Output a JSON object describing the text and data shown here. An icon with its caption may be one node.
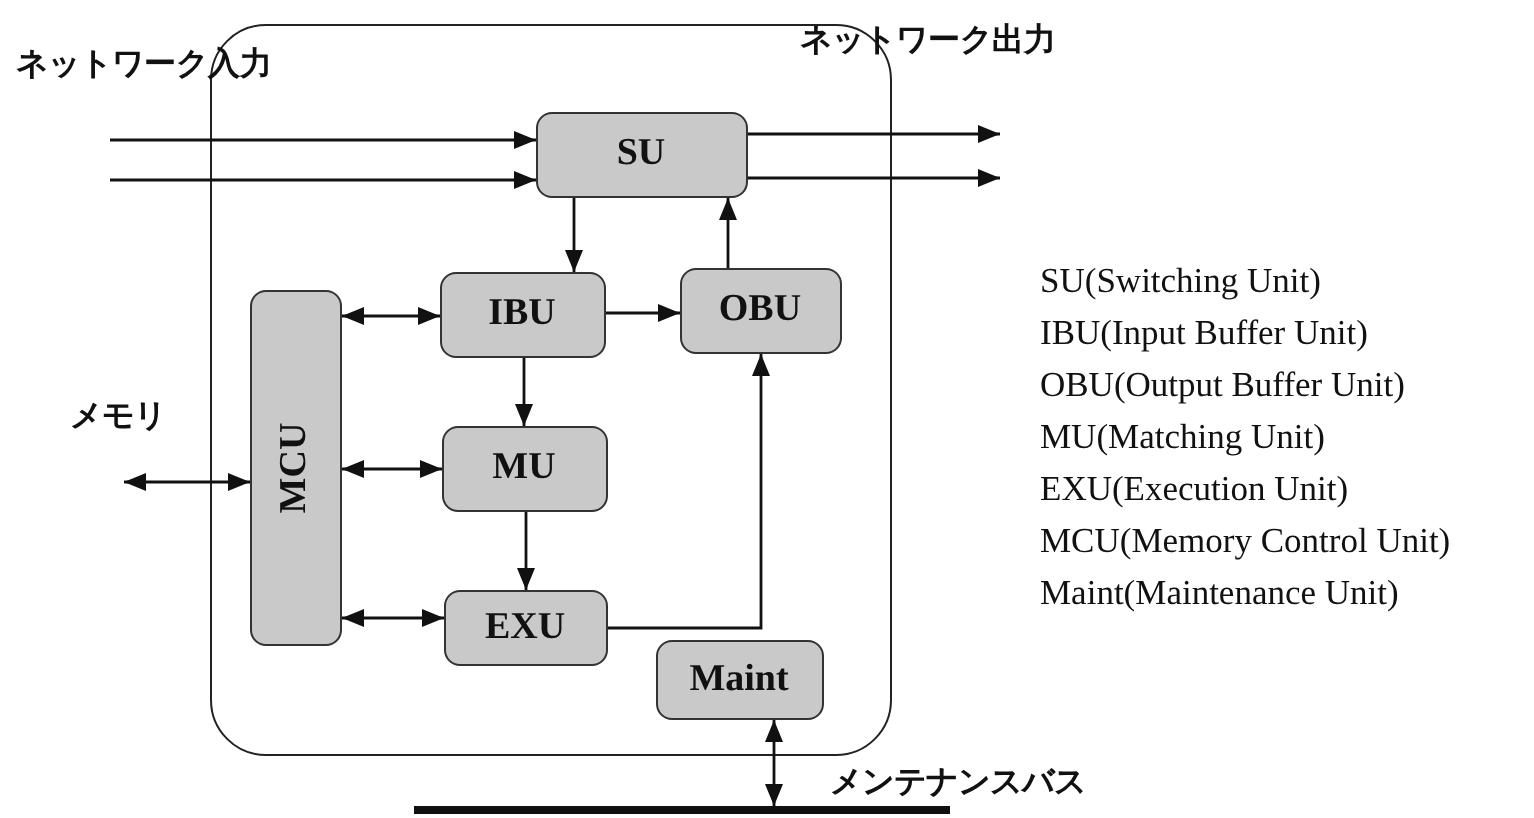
{
  "diagram": {
    "nodes": [
      {
        "text": [],
        "shape": "box"
      },
      {
        "text": [
          "SU"
        ],
        "in": 0
      },
      {
        "text": [
          "IBU"
        ],
        "in": 0
      },
      {
        "text": [
          "OBU"
        ],
        "in": 0
      },
      {
        "text": [
          "MCU"
        ],
        "in": 0
      },
      {
        "text": [
          "MU"
        ],
        "in": 0
      },
      {
        "text": [
          "EXU"
        ],
        "in": 0
      },
      {
        "text": [
          "Maint"
        ],
        "in": 0
      },
      {
        "text": [],
        "shape": "bar"
      }
    ],
    "edges": [
      {
        "from": null,
        "to": 1,
        "arrow": "to"
      },
      {
        "from": null,
        "to": 1,
        "arrow": "to"
      },
      {
        "from": 1,
        "to": null,
        "arrow": "to"
      },
      {
        "from": 1,
        "to": null,
        "arrow": "to"
      },
      {
        "from": 1,
        "to": 2,
        "arrow": "to"
      },
      {
        "from": 3,
        "to": 1,
        "arrow": "to"
      },
      {
        "from": 2,
        "to": 3,
        "arrow": "to"
      },
      {
        "from": 4,
        "to": 2,
        "arrow": "both"
      },
      {
        "from": 2,
        "to": 5,
        "arrow": "to"
      },
      {
        "from": 4,
        "to": 5,
        "arrow": "both"
      },
      {
        "from": 5,
        "to": 6,
        "arrow": "to"
      },
      {
        "from": 4,
        "to": 6,
        "arrow": "both"
      },
      {
        "from": 6,
        "to": 3,
        "arrow": "to"
      },
      {
        "from": null,
        "to": 4,
        "arrow": "both"
      },
      {
        "from": 7,
        "to": 8,
        "arrow": "both"
      }
    ],
    "labels": [
      "ネットワーク入力",
      "ネットワーク出力",
      "SU(Switching Unit)",
      "IBU(Input Buffer Unit)",
      "OBU(Output Buffer Unit)",
      "メモリ",
      "MU(Matching Unit)",
      "EXU(Execution Unit)",
      "MCU(Memory Control Unit)",
      "Maint(Maintenance Unit)",
      "メンテナンスバス"
    ]
  }
}
